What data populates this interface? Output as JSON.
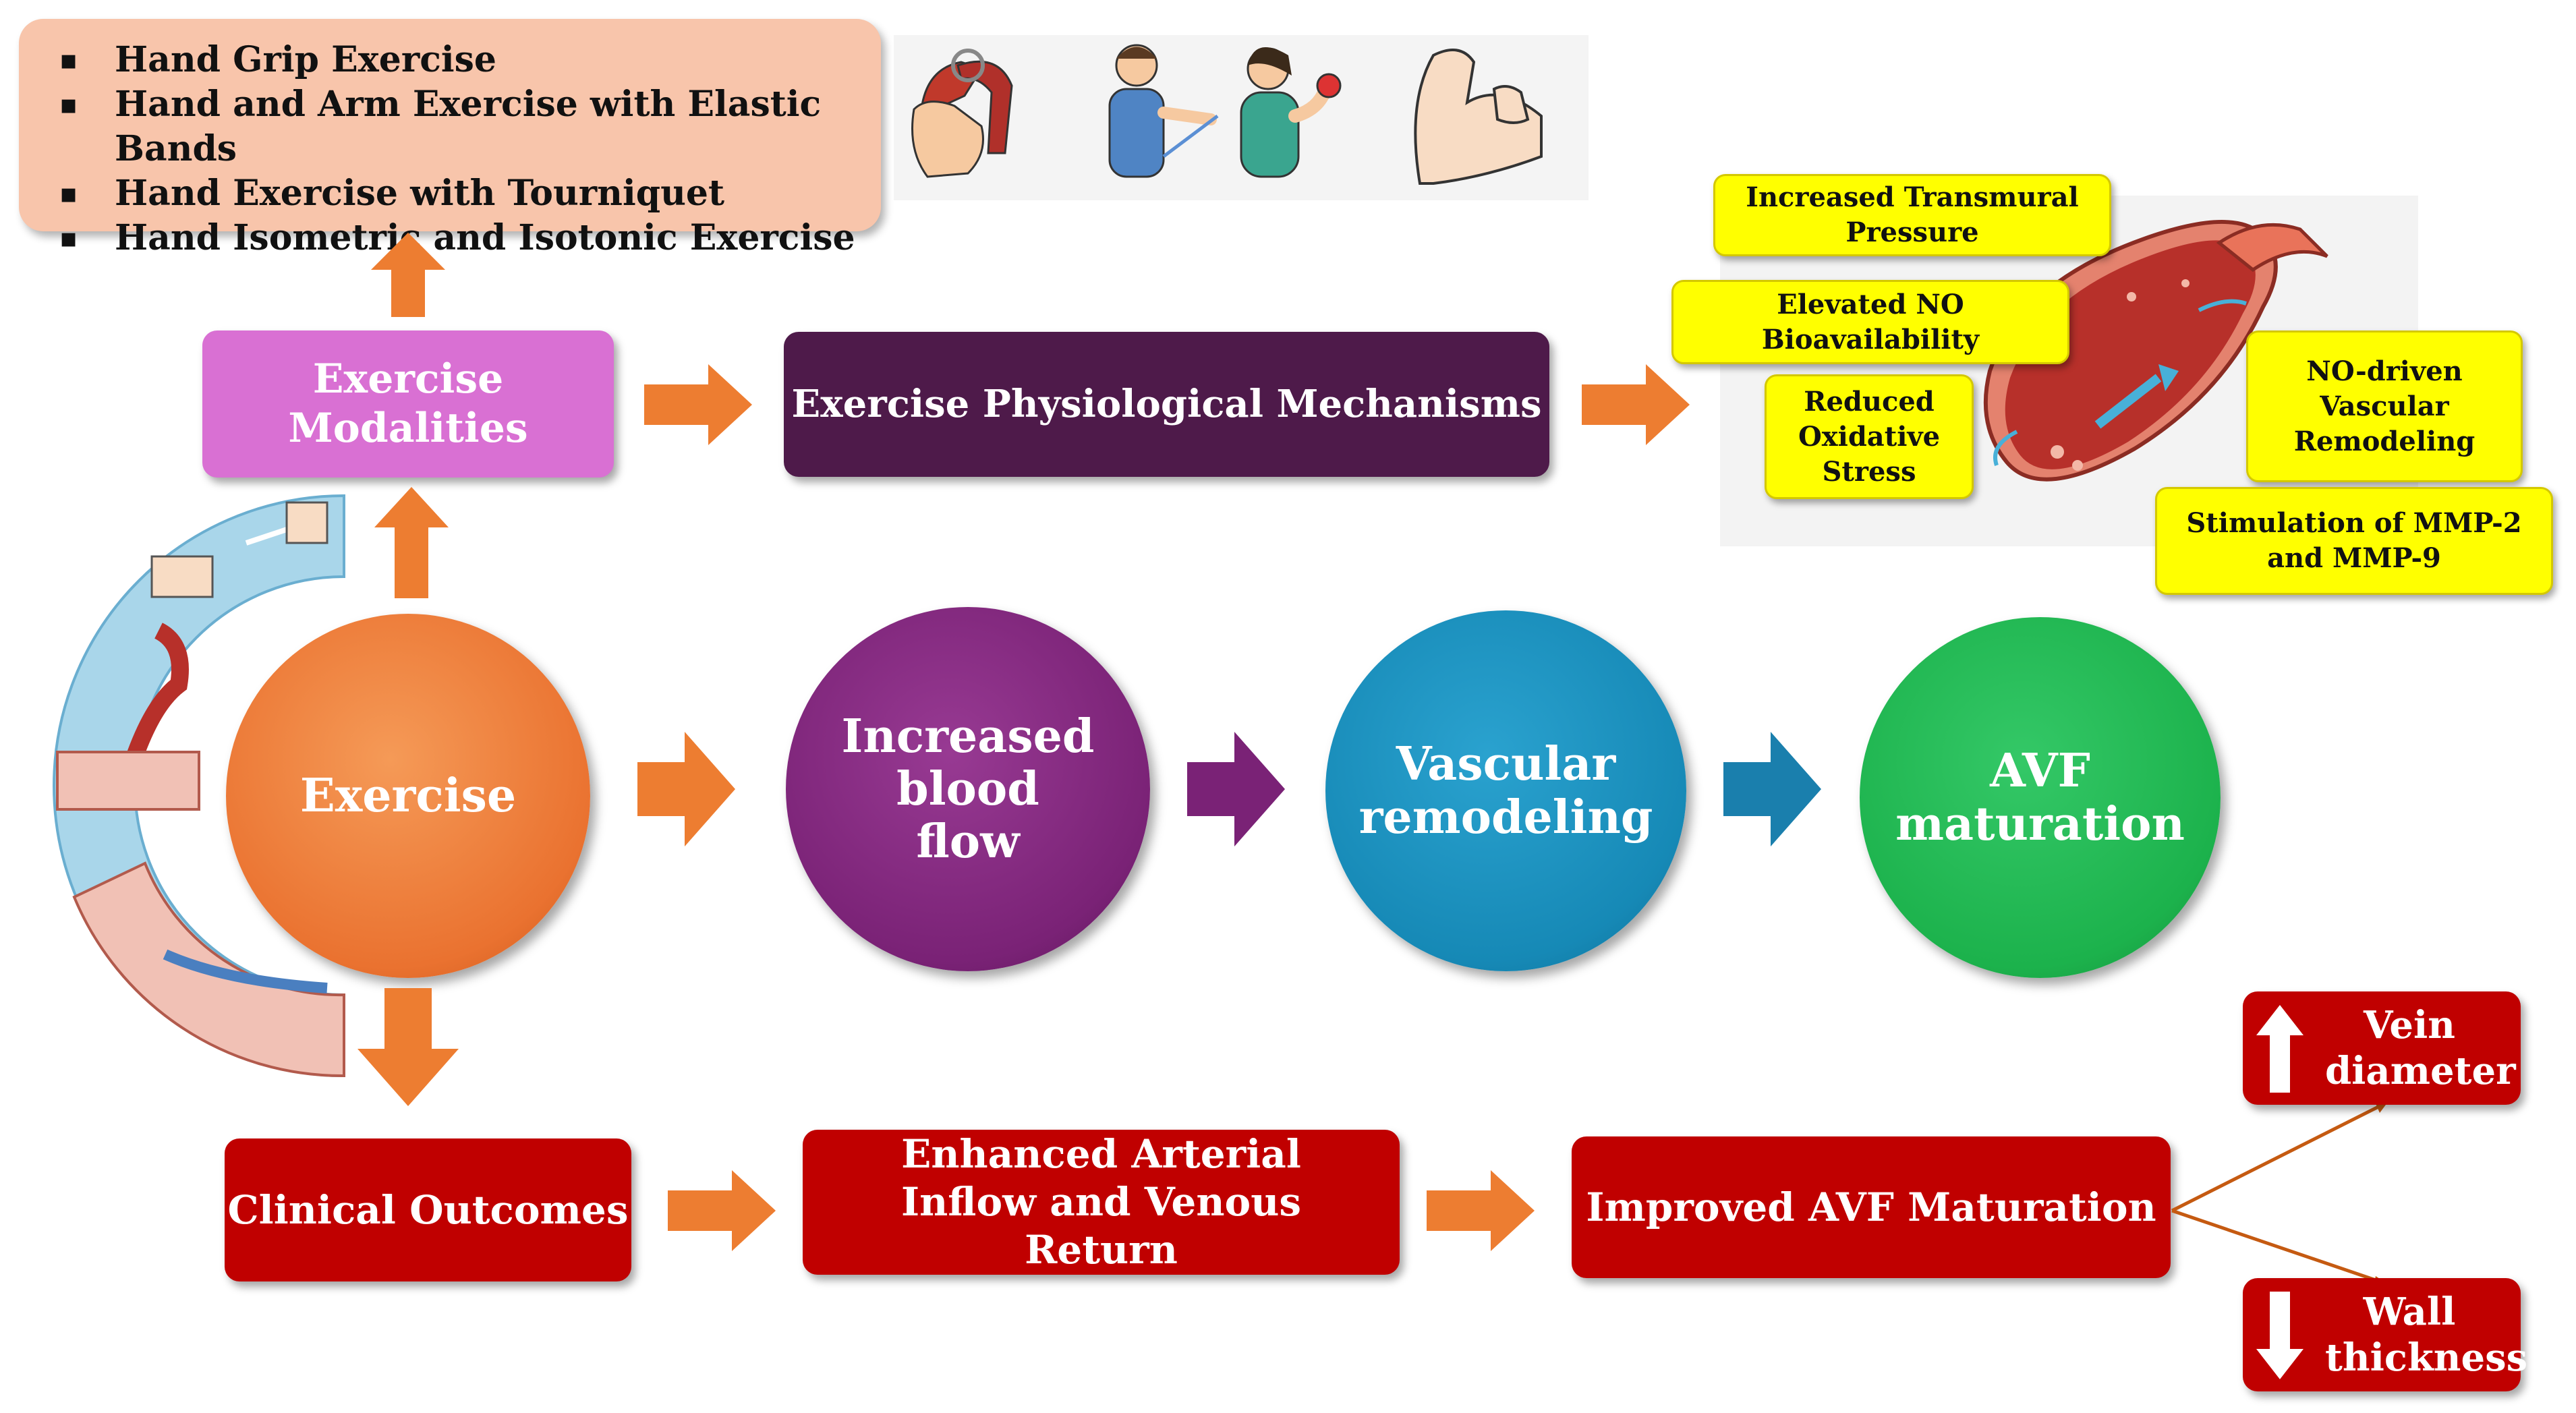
{
  "exercise_list": [
    "Hand Grip Exercise",
    "Hand and Arm Exercise with Elastic Bands",
    "Hand Exercise with Tourniquet",
    "Hand Isometric and Isotonic Exercise"
  ],
  "exercise_modalities": "Exercise Modalities",
  "mechanisms_title": "Exercise Physiological Mechanisms",
  "mechanisms": {
    "transmural": "Increased Transmural Pressure",
    "no_bio": "Elevated NO Bioavailability",
    "oxidative": "Reduced Oxidative Stress",
    "no_remodel": "NO-driven Vascular Remodeling",
    "mmp": "Stimulation of MMP-2 and MMP-9"
  },
  "flow": {
    "exercise": "Exercise",
    "blood_flow": "Increased blood flow",
    "remodeling": "Vascular remodeling",
    "avf": "AVF maturation"
  },
  "outcomes": {
    "clinical": "Clinical Outcomes",
    "inflow": "Enhanced Arterial Inflow and Venous Return",
    "improved": "Improved AVF Maturation",
    "vein": "Vein diameter",
    "wall": "Wall thickness"
  },
  "colors": {
    "orange": "#ed7d31",
    "pink": "#d970d3",
    "plum": "#4e1a4a",
    "purple": "#7a2276",
    "blue": "#1689b6",
    "green": "#1cb24c",
    "red": "#c00000",
    "yellow": "#ffff00",
    "peach": "#f8c5ab"
  },
  "icons": [
    "hand-grip-icon",
    "elastic-band-person-icon",
    "dumbbell-person-icon",
    "flexed-arm-icon",
    "vessel-icon",
    "fistula-cycle-icon"
  ]
}
